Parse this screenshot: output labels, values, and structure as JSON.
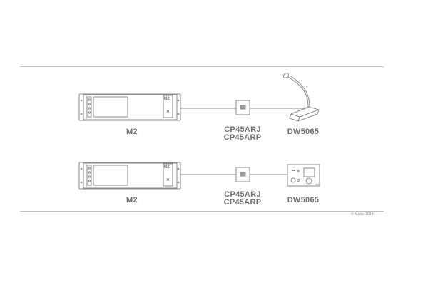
{
  "diagram": {
    "rows": [
      {
        "source": {
          "label": "M2",
          "badge": "M2"
        },
        "connector": {
          "labels": [
            "CP45ARJ",
            "CP45ARP"
          ]
        },
        "destination": {
          "label": "DW5065",
          "type": "desk-microphone"
        }
      },
      {
        "source": {
          "label": "M2",
          "badge": "M2"
        },
        "connector": {
          "labels": [
            "CP45ARJ",
            "CP45ARP"
          ]
        },
        "destination": {
          "label": "DW5065",
          "type": "wall-panel"
        }
      }
    ],
    "copyright": "© Audac 2014"
  },
  "colors": {
    "stroke": "#8a8a8a",
    "label": "#707070",
    "rule": "#bdbdbd"
  }
}
